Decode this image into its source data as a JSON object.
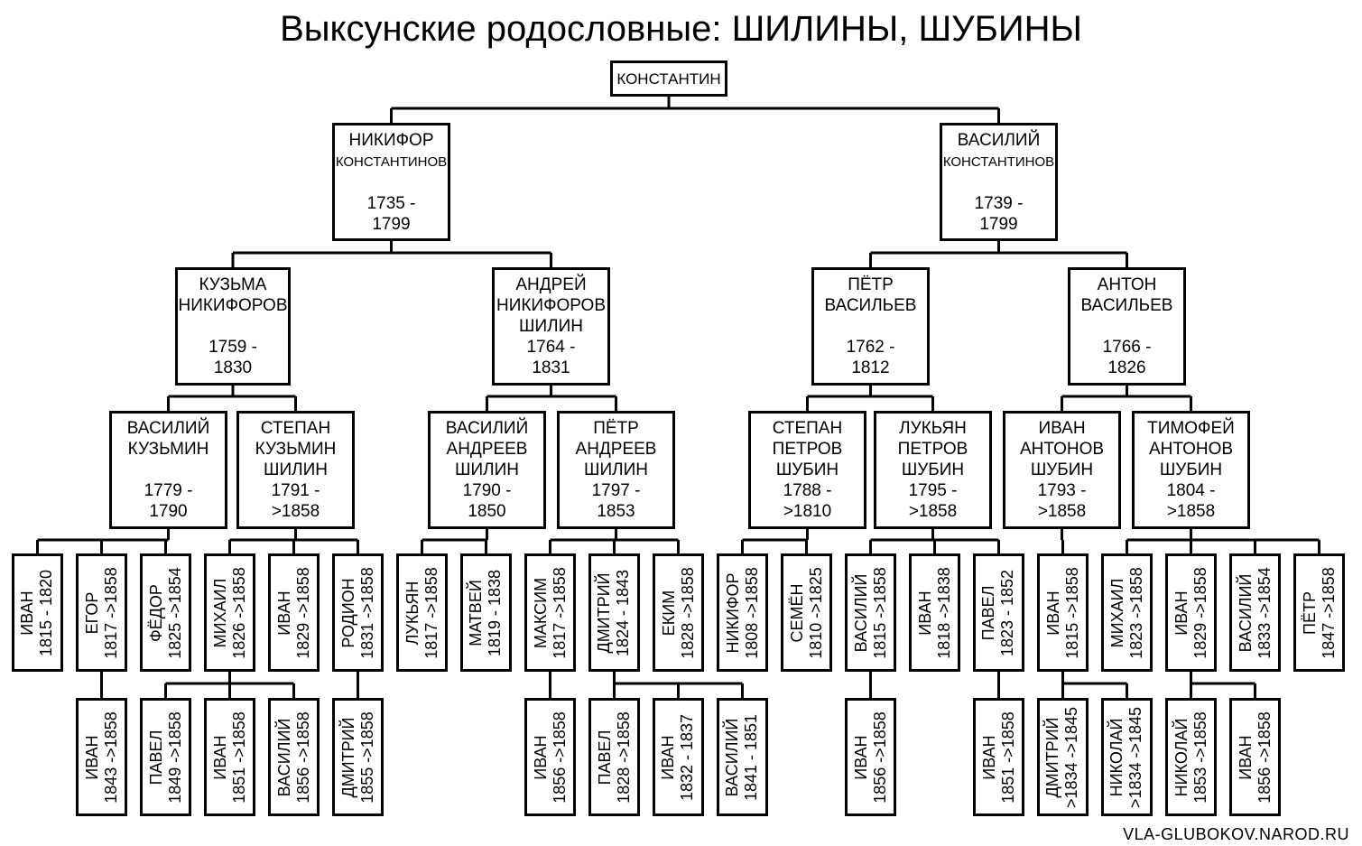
{
  "title": "Выксунские родословные: ШИЛИНЫ, ШУБИНЫ",
  "footer": "VLA-GLUBOKOV.NAROD.RU",
  "root": {
    "line1": "КОНСТАНТИН"
  },
  "gen1": [
    {
      "line1": "НИКИФОР",
      "line2": "КОНСТАНТИНОВ",
      "life": "1735 -\n1799"
    },
    {
      "line1": "ВАСИЛИЙ",
      "line2": "КОНСТАНТИНОВ",
      "life": "1739 -\n1799"
    }
  ],
  "gen2": [
    {
      "text": "КУЗЬМА\nНИКИФОРОВ\n\n1759 -\n1830"
    },
    {
      "text": "АНДРЕЙ\nНИКИФОРОВ\nШИЛИН\n1764 -\n1831"
    },
    {
      "text": "ПЁТР\nВАСИЛЬЕВ\n\n1762 -\n1812"
    },
    {
      "text": "АНТОН\nВАСИЛЬЕВ\n\n1766 -\n1826"
    }
  ],
  "gen3": [
    {
      "text": "ВАСИЛИЙ\nКУЗЬМИН\n\n1779 -\n1790"
    },
    {
      "text": "СТЕПАН\nКУЗЬМИН\nШИЛИН\n1791 -\n>1858"
    },
    {
      "text": "ВАСИЛИЙ\nАНДРЕЕВ\nШИЛИН\n1790 -\n1850"
    },
    {
      "text": "ПЁТР\nАНДРЕЕВ\nШИЛИН\n1797 -\n1853"
    },
    {
      "text": "СТЕПАН\nПЕТРОВ\nШУБИН\n1788 -\n>1810"
    },
    {
      "text": "ЛУКЬЯН\nПЕТРОВ\nШУБИН\n1795 -\n>1858"
    },
    {
      "text": "ИВАН\nАНТОНОВ\nШУБИН\n1793 -\n>1858"
    },
    {
      "text": "ТИМОФЕЙ\nАНТОНОВ\nШУБИН\n1804 -\n>1858"
    }
  ],
  "gen4": [
    {
      "name": "ИВАН",
      "life": "1815 - 1820"
    },
    {
      "name": "ЕГОР",
      "life": "1817 ->1858"
    },
    {
      "name": "ФЁДОР",
      "life": "1825 ->1854"
    },
    {
      "name": "МИХАИЛ",
      "life": "1826 ->1858"
    },
    {
      "name": "ИВАН",
      "life": "1829 ->1858"
    },
    {
      "name": "РОДИОН",
      "life": "1831 ->1858"
    },
    {
      "name": "ЛУКЬЯН",
      "life": "1817 ->1858"
    },
    {
      "name": "МАТВЕЙ",
      "life": "1819 - 1838"
    },
    {
      "name": "МАКСИМ",
      "life": "1817 ->1858"
    },
    {
      "name": "ДМИТРИЙ",
      "life": "1824 - 1843"
    },
    {
      "name": "ЕКИМ",
      "life": "1828 ->1858"
    },
    {
      "name": "НИКИФОР",
      "life": "1808 ->1858"
    },
    {
      "name": "СЕМЁН",
      "life": "1810 ->1825"
    },
    {
      "name": "ВАСИЛИЙ",
      "life": "1815 ->1858"
    },
    {
      "name": "ИВАН",
      "life": "1818 ->1838"
    },
    {
      "name": "ПАВЕЛ",
      "life": "1823 - 1852"
    },
    {
      "name": "ИВАН",
      "life": "1815 ->1858"
    },
    {
      "name": "МИХАИЛ",
      "life": "1823 ->1858"
    },
    {
      "name": "ИВАН",
      "life": "1829 ->1858"
    },
    {
      "name": "ВАСИЛИЙ",
      "life": "1833 ->1854"
    },
    {
      "name": "ПЁТР",
      "life": "1847 ->1858"
    }
  ],
  "gen5": [
    {
      "name": "ИВАН",
      "life": "1843 ->1858"
    },
    {
      "name": "ПАВЕЛ",
      "life": "1849 ->1858"
    },
    {
      "name": "ИВАН",
      "life": "1851 ->1858"
    },
    {
      "name": "ВАСИЛИЙ",
      "life": "1856 ->1858"
    },
    {
      "name": "ДМИТРИЙ",
      "life": "1855 ->1858"
    },
    {
      "name": "ИВАН",
      "life": "1856 ->1858"
    },
    {
      "name": "ПАВЕЛ",
      "life": "1828 ->1858"
    },
    {
      "name": "ИВАН",
      "life": "1832 - 1837"
    },
    {
      "name": "ВАСИЛИЙ",
      "life": "1841 - 1851"
    },
    {
      "name": "ИВАН",
      "life": "1856 ->1858"
    },
    {
      "name": "ИВАН",
      "life": "1851 ->1858"
    },
    {
      "name": "ДМИТРИЙ",
      "life": ">1834 ->1845"
    },
    {
      "name": "НИКОЛАЙ",
      "life": ">1834 ->1845"
    },
    {
      "name": "НИКОЛАЙ",
      "life": "1853 ->1858"
    },
    {
      "name": "ИВАН",
      "life": "1856 ->1858"
    }
  ]
}
